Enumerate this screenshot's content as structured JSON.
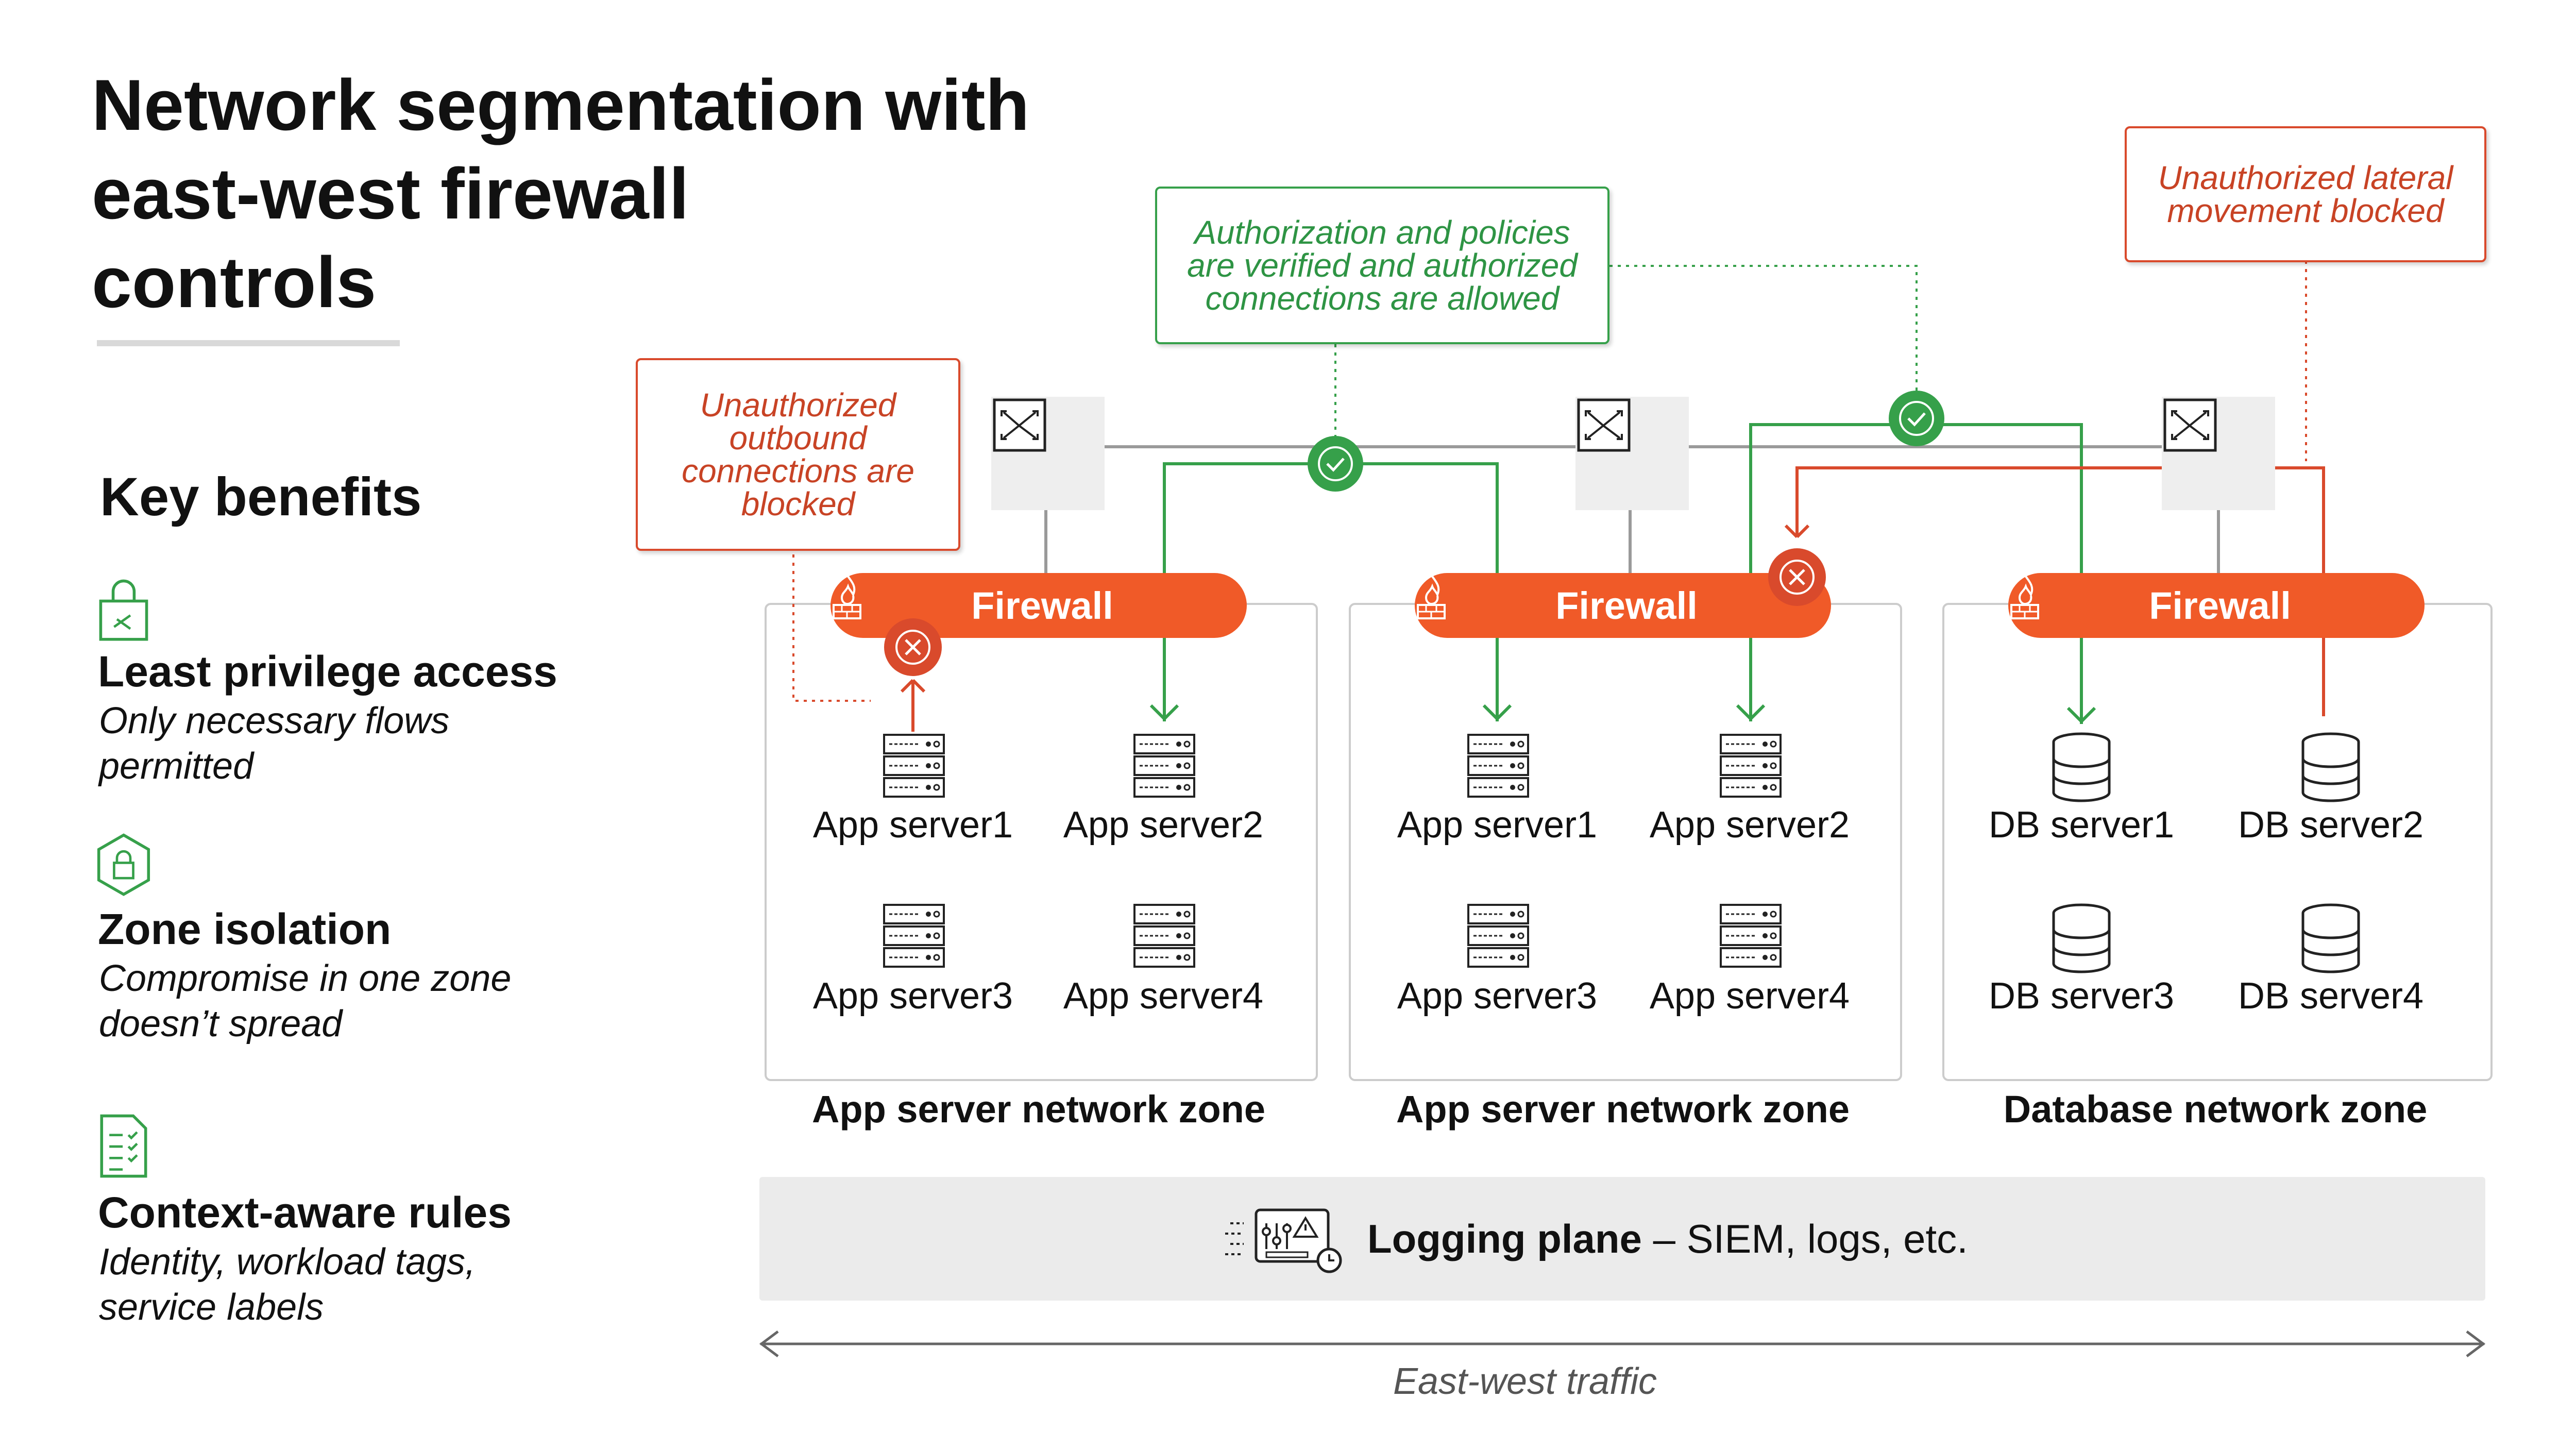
{
  "title": {
    "line1": "Network segmentation with",
    "line2": "east-west firewall",
    "line3": "controls"
  },
  "key_benefits": {
    "heading": "Key benefits",
    "items": [
      {
        "title": "Least privilege access",
        "desc_line1": "Only necessary flows",
        "desc_line2": "permitted",
        "icon": "lock-shield-icon"
      },
      {
        "title": "Zone isolation",
        "desc_line1": "Compromise in one zone",
        "desc_line2": "doesn’t spread",
        "icon": "hexagon-lock-icon"
      },
      {
        "title": "Context-aware rules",
        "desc_line1": "Identity, workload tags,",
        "desc_line2": "service labels",
        "icon": "checklist-document-icon"
      }
    ]
  },
  "callouts": {
    "outbound": {
      "line1": "Unauthorized",
      "line2": "outbound",
      "line3": "connections are",
      "line4": "blocked"
    },
    "authorized": {
      "line1": "Authorization and policies",
      "line2": "are verified and authorized",
      "line3": "connections are allowed"
    },
    "lateral": {
      "line1": "Unauthorized lateral",
      "line2": "movement blocked"
    }
  },
  "zones": [
    {
      "label": "App server network zone",
      "firewall_label": "Firewall",
      "servers": [
        "App server1",
        "App server2",
        "App server3",
        "App server4"
      ],
      "server_type": "app"
    },
    {
      "label": "App server network zone",
      "firewall_label": "Firewall",
      "servers": [
        "App server1",
        "App server2",
        "App server3",
        "App server4"
      ],
      "server_type": "app"
    },
    {
      "label": "Database network zone",
      "firewall_label": "Firewall",
      "servers": [
        "DB server1",
        "DB server2",
        "DB server3",
        "DB server4"
      ],
      "server_type": "db"
    }
  ],
  "logging": {
    "strong": "Logging plane",
    "rest": " – SIEM, logs, etc."
  },
  "traffic_label": "East-west traffic",
  "colors": {
    "accent_orange": "#f05a28",
    "allowed_green": "#36a04a",
    "blocked_red": "#d94a2c",
    "line_gray": "#9a9a9a"
  }
}
